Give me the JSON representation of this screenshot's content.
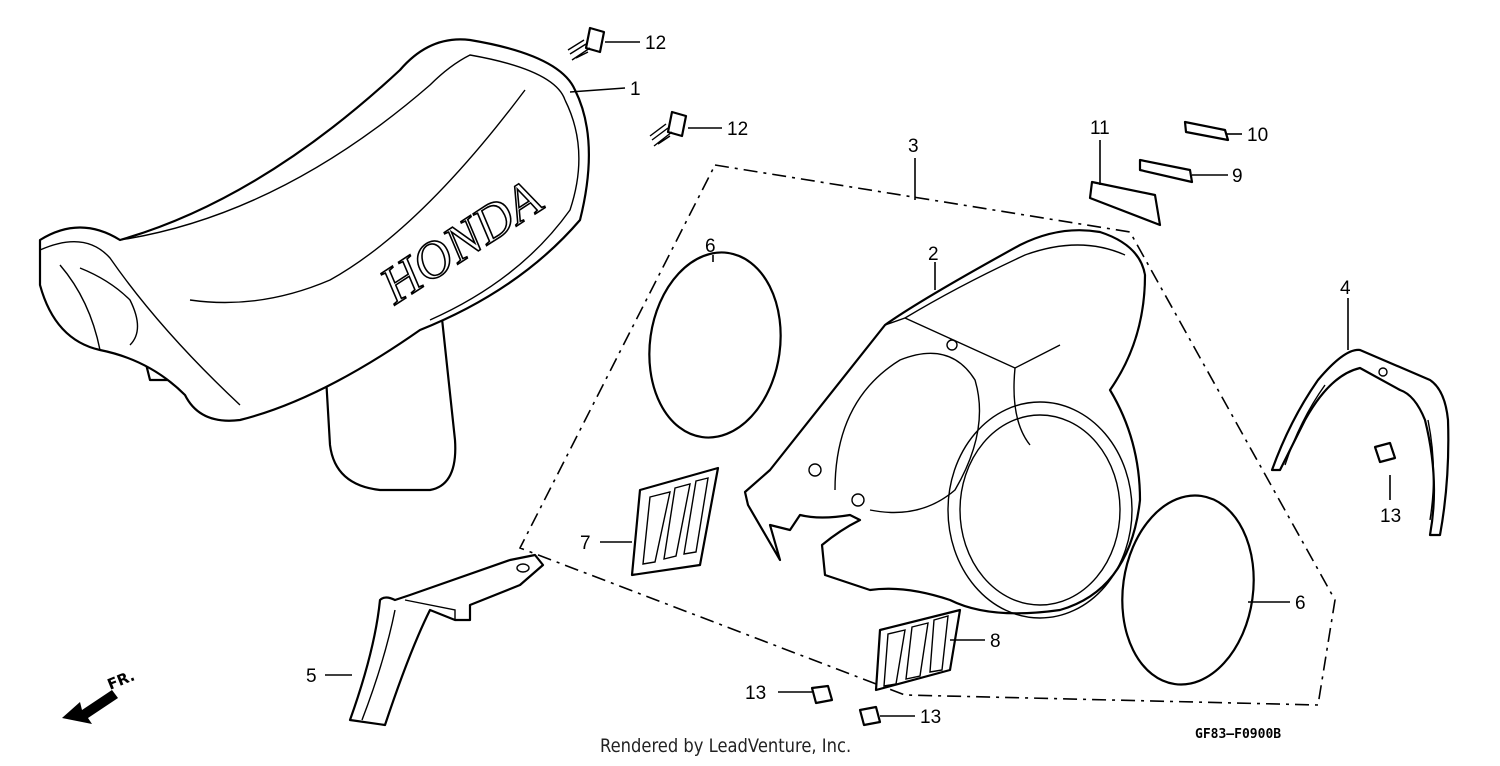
{
  "brand_text": "HONDA",
  "diagram_code": "GF83–F0900B",
  "footer_text": "Rendered by LeadVenture, Inc.",
  "direction_label": "FR.",
  "callouts": {
    "c1": "1",
    "c2": "2",
    "c3": "3",
    "c4": "4",
    "c5": "5",
    "c6a": "6",
    "c6b": "6",
    "c7": "7",
    "c8": "8",
    "c9": "9",
    "c10": "10",
    "c11": "11",
    "c12a": "12",
    "c12b": "12",
    "c13a": "13",
    "c13b": "13",
    "c13c": "13"
  }
}
